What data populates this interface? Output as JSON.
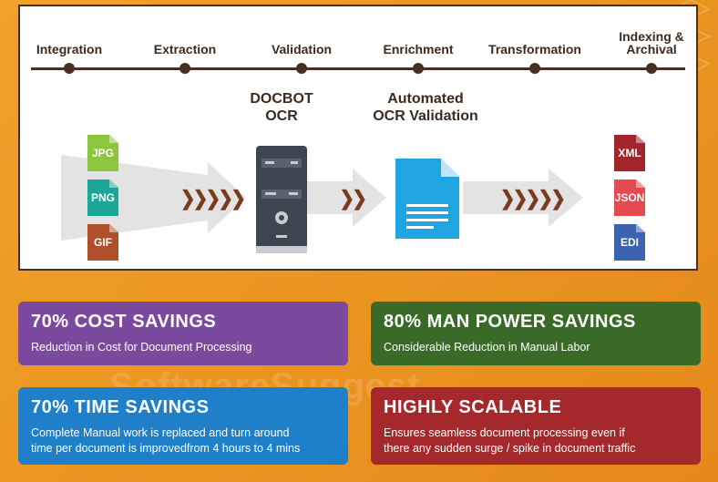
{
  "timeline": {
    "stages": [
      {
        "label": "Integration"
      },
      {
        "label": "Extraction"
      },
      {
        "label": "Validation"
      },
      {
        "label": "Enrichment"
      },
      {
        "label": "Transformation"
      },
      {
        "label_line1": "Indexing &",
        "label_line2": "Archival"
      }
    ]
  },
  "flow": {
    "input_files": [
      "JPG",
      "PNG",
      "GIF"
    ],
    "ocr_title": {
      "line1": "DOCBOT",
      "line2": "OCR"
    },
    "validation_title": {
      "line1": "Automated",
      "line2": "OCR Validation"
    },
    "output_files": [
      "XML",
      "JSON",
      "EDI"
    ],
    "chevrons": "❯❯❯❯❯",
    "chevrons_short": "❯❯",
    "colors": {
      "jpg": "#8cc63e",
      "png": "#1aa79a",
      "gif": "#b04f2a",
      "xml": "#a3242a",
      "json": "#e44a4f",
      "edi": "#3b63b0"
    }
  },
  "cards": {
    "cost": {
      "title": "70% COST SAVINGS",
      "text": "Reduction in Cost for Document Processing",
      "color": "#7b4a9e"
    },
    "manpower": {
      "title": "80% MAN POWER SAVINGS",
      "text": "Considerable Reduction in Manual Labor",
      "color": "#3a6a28"
    },
    "time": {
      "title": "70% TIME SAVINGS",
      "text_line1": "Complete Manual work is replaced and turn around",
      "text_line2": "time per document is improvedfrom 4 hours to 4 mins",
      "color": "#1f7fc9"
    },
    "scalable": {
      "title": "HIGHLY SCALABLE",
      "text_line1": "Ensures seamless document processing even if",
      "text_line2": "there any sudden surge / spike in document traffic",
      "color": "#a5282c"
    }
  },
  "watermark": "SoftwareSuggest"
}
